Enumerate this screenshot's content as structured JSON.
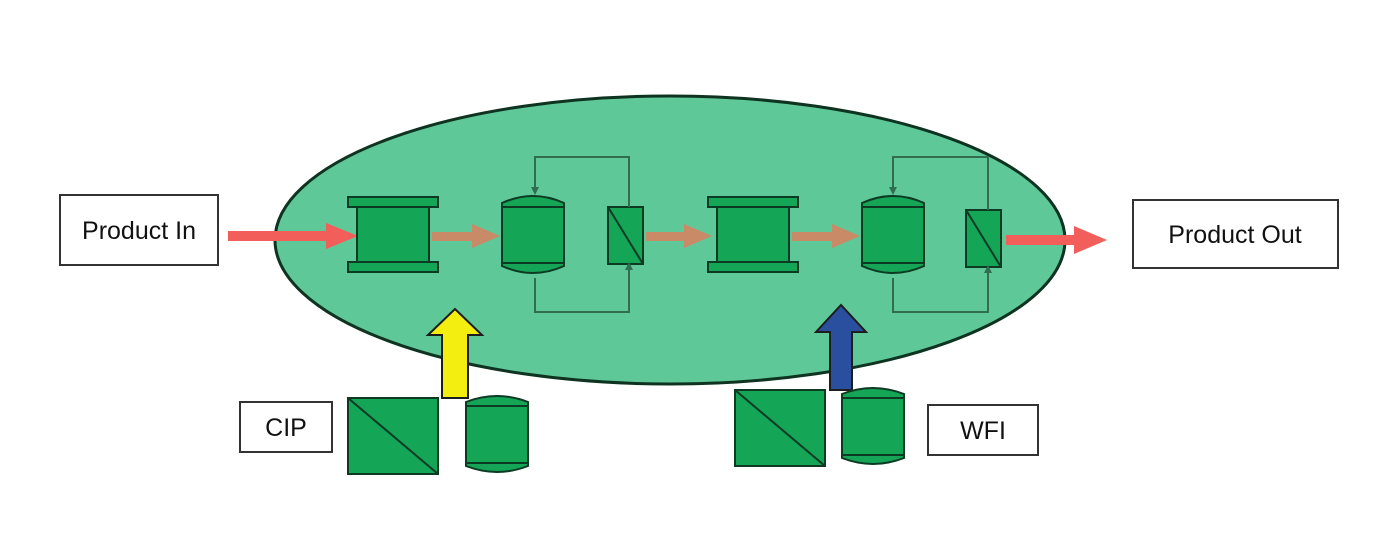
{
  "labels": {
    "product_in": "Product In",
    "product_out": "Product Out",
    "cip": "CIP",
    "wfi": "WFI"
  },
  "colors": {
    "background": "#ffffff",
    "process_zone": "#5fc898",
    "equipment_fill": "#14a556",
    "equipment_stroke": "#0c3a22",
    "loop_line": "#2f6e50",
    "product_arrow": "#f25f5a",
    "internal_arrow": "#c98a68",
    "cip_arrow": "#f3ee10",
    "wfi_arrow": "#2a4f9e"
  },
  "icons": {
    "tray_unit": "tray-column-icon",
    "tank": "tank-icon",
    "filter": "filter-icon"
  }
}
